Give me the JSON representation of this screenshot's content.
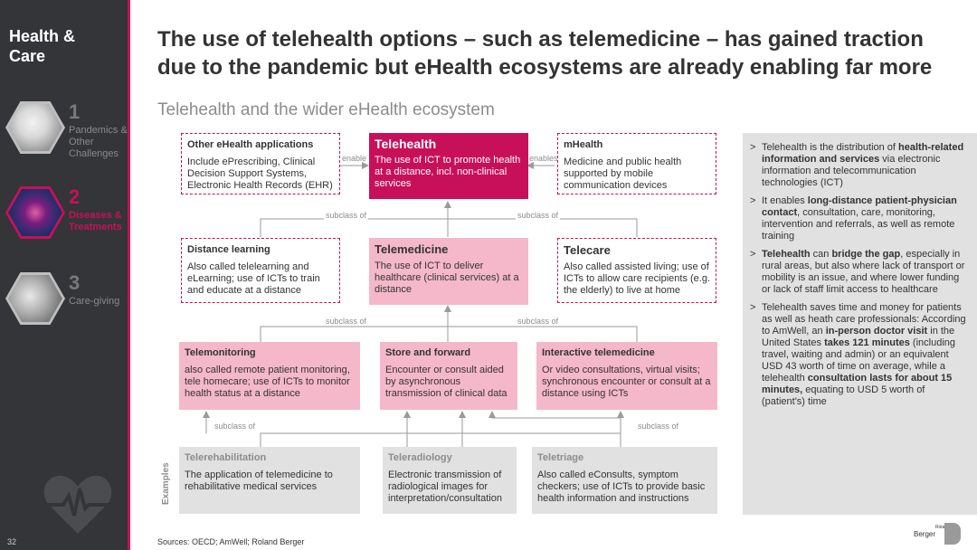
{
  "sidebar": {
    "brand": "Health & Care",
    "sections": [
      {
        "num": "1",
        "label": "Pandemics & Other Challenges",
        "active": false
      },
      {
        "num": "2",
        "label": "Diseases & Treatments",
        "active": true
      },
      {
        "num": "3",
        "label": "Care-giving",
        "active": false
      }
    ],
    "page_number": "32"
  },
  "title": "The use of telehealth options – such as telemedicine – has gained traction due to the pandemic but eHealth ecosystems are already enabling far more",
  "subtitle": "Telehealth and the wider eHealth ecosystem",
  "diagram": {
    "other_ehealth": {
      "title": "Other eHealth applications",
      "text": "Include ePrescribing, Clinical Decision Support Systems, Electronic Health Records (EHR)"
    },
    "telehealth": {
      "title": "Telehealth",
      "text": "The use of ICT to promote health at a distance, incl. non-clinical services"
    },
    "mhealth": {
      "title": "mHealth",
      "text": "Medicine and public health supported by mobile communication devices"
    },
    "distance_learning": {
      "title": "Distance learning",
      "text": "Also called telelearning and eLearning; use of ICTs to train and educate at a distance"
    },
    "telemedicine": {
      "title": "Telemedicine",
      "text": "The use of ICT to deliver healthcare (clinical services) at a distance"
    },
    "telecare": {
      "title": "Telecare",
      "text": "Also called assisted living; use of ICTs to allow care recipients (e.g. the elderly) to live at home"
    },
    "telemonitoring": {
      "title": "Telemonitoring",
      "text": "also called remote patient monitoring, tele homecare; use of ICTs to monitor health status at a distance"
    },
    "store_forward": {
      "title": "Store and forward",
      "text": "Encounter or consult aided by asynchronous transmission of clinical data"
    },
    "interactive": {
      "title": "Interactive telemedicine",
      "text": "Or video consultations, virtual visits; synchronous encounter or consult at a distance using ICTs"
    },
    "telerehab": {
      "title": "Telerehabilitation",
      "text": "The application of telemedicine to rehabilitative medical services"
    },
    "teleradiology": {
      "title": "Teleradiology",
      "text": "Electronic transmission of radiological images for interpretation/consultation"
    },
    "teletriage": {
      "title": "Teletriage",
      "text": "Also called eConsults, symptom checkers; use of ICTs to provide basic health information and instructions"
    },
    "labels": {
      "enable": "enable",
      "enables": "enables",
      "subclass_of": "subclass of",
      "examples": "Examples"
    }
  },
  "right_panel": {
    "b1": {
      "t1": "Telehealth is the distribution of ",
      "bold1": "health-related information and services",
      "t2": " via electronic information and telecommunication technologies (ICT)"
    },
    "b2": {
      "t1": "It enables ",
      "bold1": "long-distance patient-physician contact",
      "t2": ", consultation, care, monitoring, intervention and referrals, as well as remote training"
    },
    "b3": {
      "bold1": "Telehealth",
      "t1": " can ",
      "bold2": "bridge the gap",
      "t2": ", especially in rural areas, but also where lack of transport or mobility is an issue, and where lower funding or lack of staff limit access to healthcare"
    },
    "b4": {
      "t1": "Telehealth saves time and money for patients as well as heath care professionals: According to AmWell, an ",
      "bold1": "in-person doctor visit",
      "t2": " in the United States ",
      "bold2": "takes 121 minutes",
      "t3": " (including travel, waiting and admin) or an equivalent USD 43 worth of time on average, while a telehealth ",
      "bold3": "consultation lasts for about 15 minutes,",
      "t4": " equating to USD 5 worth of (patient's) time"
    }
  },
  "source": "Sources: OECD; AmWell; Roland Berger",
  "logo": {
    "line1": "Roland",
    "line2": "Berger"
  },
  "colors": {
    "accent": "#c8105a",
    "pink": "#f5b8cb",
    "gray_box": "#e1e1e1",
    "sidebar": "#333538"
  }
}
